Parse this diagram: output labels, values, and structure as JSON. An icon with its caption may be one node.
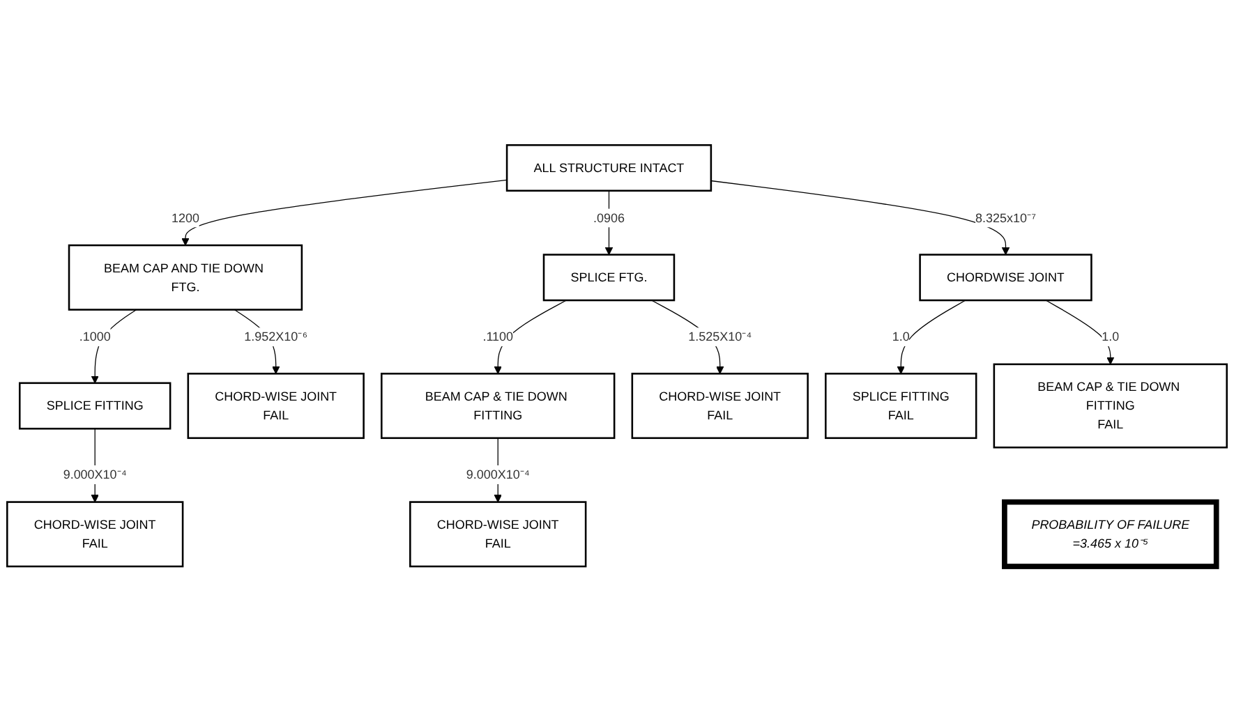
{
  "diagram": {
    "nodes": [
      {
        "text": [
          "ALL STRUCTURE INTACT"
        ]
      },
      {
        "text": [
          "BEAM CAP AND TIE DOWN FTG."
        ]
      },
      {
        "text": [
          "SPLICE FTG."
        ]
      },
      {
        "text": [
          "CHORDWISE JOINT"
        ]
      },
      {
        "text": [
          "SPLICE FITTING"
        ]
      },
      {
        "text": [
          "CHORD-WISE JOINT",
          "FAIL"
        ]
      },
      {
        "text": [
          "BEAM CAP & TIE DOWN FITTING"
        ]
      },
      {
        "text": [
          "CHORD-WISE JOINT",
          "FAIL"
        ]
      },
      {
        "text": [
          "SPLICE FITTING",
          "FAIL"
        ]
      },
      {
        "text": [
          "BEAM CAP & TIE DOWN FITTING",
          "FAIL"
        ]
      },
      {
        "text": [
          "CHORD-WISE JOINT",
          "FAIL"
        ]
      },
      {
        "text": [
          "CHORD-WISE JOINT",
          "FAIL"
        ]
      },
      {
        "text": [
          "PROBABILITY OF FAILURE",
          "=3.465 x 10⁻⁵"
        ]
      }
    ],
    "edges": [
      {
        "from": 0,
        "to": 1,
        "arrow": "to",
        "label": "1200"
      },
      {
        "from": 0,
        "to": 2,
        "arrow": "to",
        "label": ".0906"
      },
      {
        "from": 0,
        "to": 3,
        "arrow": "to",
        "label": "8.325x10⁻⁷"
      },
      {
        "from": 1,
        "to": 4,
        "arrow": "to",
        "label": ".1000"
      },
      {
        "from": 1,
        "to": 5,
        "arrow": "to",
        "label": "1.952X10⁻⁶"
      },
      {
        "from": 2,
        "to": 6,
        "arrow": "to",
        "label": ".1100"
      },
      {
        "from": 2,
        "to": 7,
        "arrow": "to",
        "label": "1.525X10⁻⁴"
      },
      {
        "from": 3,
        "to": 8,
        "arrow": "to",
        "label": "1.0"
      },
      {
        "from": 3,
        "to": 9,
        "arrow": "to",
        "label": "1.0"
      },
      {
        "from": 4,
        "to": 10,
        "arrow": "to",
        "label": "9.000X10⁻⁴"
      },
      {
        "from": 6,
        "to": 11,
        "arrow": "to",
        "label": "9.000X10⁻⁴"
      }
    ]
  }
}
